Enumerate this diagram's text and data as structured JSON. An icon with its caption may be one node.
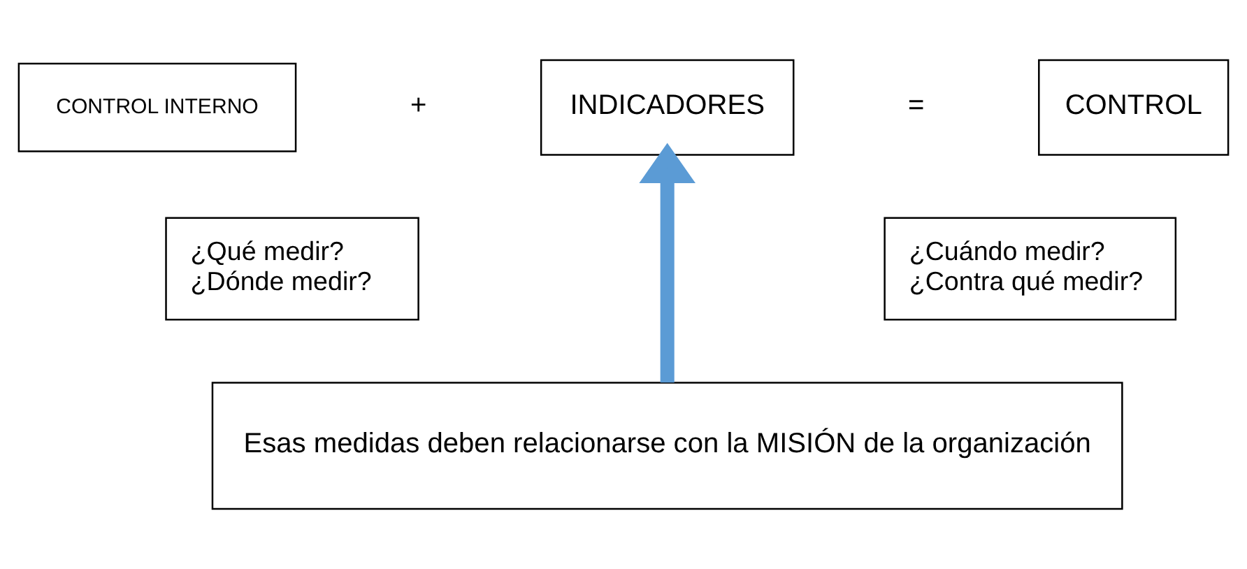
{
  "diagram": {
    "nodes": [
      {
        "text": [
          "CONTROL INTERNO"
        ]
      },
      {
        "text": [
          "INDICADORES"
        ]
      },
      {
        "text": [
          "CONTROL"
        ]
      },
      {
        "text": [
          "¿Qué medir?",
          "¿Dónde medir?"
        ]
      },
      {
        "text": [
          "¿Cuándo medir?",
          "¿Contra qué medir?"
        ]
      },
      {
        "text": [
          "Esas medidas deben relacionarse con la MISIÓN de la organización"
        ]
      }
    ],
    "edges": [
      {
        "from": 5,
        "to": 1,
        "arrow": "to",
        "color": "#5b9bd5"
      }
    ],
    "labels": [
      "+",
      "="
    ]
  }
}
